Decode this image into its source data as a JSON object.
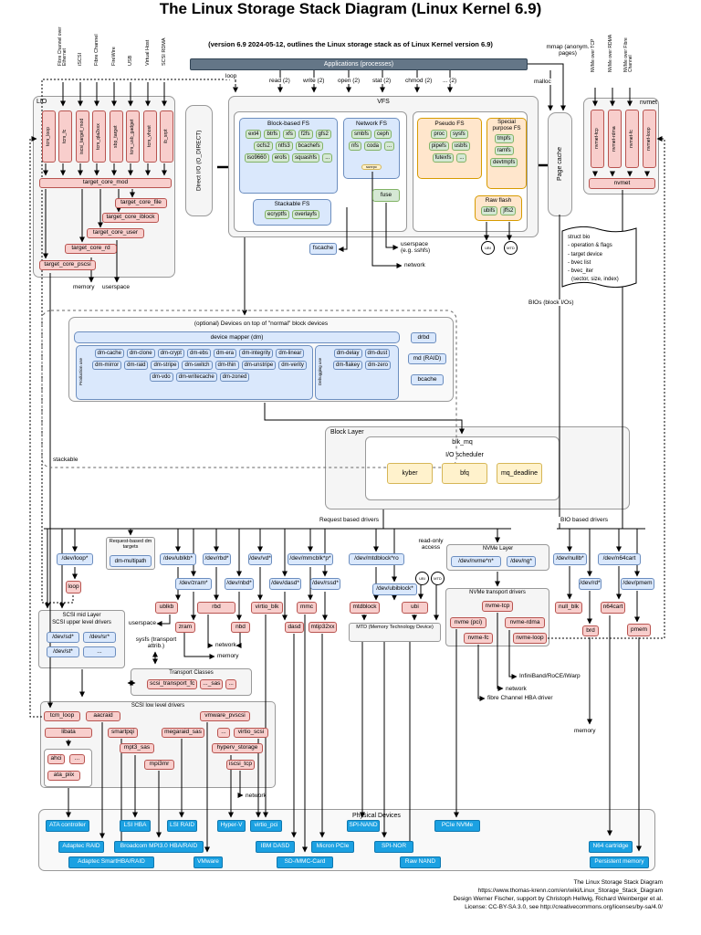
{
  "header": {
    "title": "The Linux Storage Stack Diagram (Linux Kernel 6.9)",
    "subtitle": "(version 6.9 2024-05-12, outlines the Linux storage stack as of Linux Kernel version 6.9)"
  },
  "top": {
    "applications": "Applications (processes)",
    "loop": "loop",
    "syscalls": [
      "read (2)",
      "write (2)",
      "open (2)",
      "stat (2)",
      "chmod (2)",
      "... (2)"
    ],
    "malloc": "malloc",
    "mmap": "mmap (anonym. pages)",
    "page_cache": "Page cache",
    "direct_io": "Direct I/O (O_DIRECT)"
  },
  "lio": {
    "label": "LIO",
    "transports": [
      "Fibre Channel over Ethernet",
      "iSCSI",
      "Fibre Channel",
      "FireWire",
      "USB",
      "Virtual Host",
      "SCSI RDMA"
    ],
    "frontends": [
      "tcm_loop",
      "tcm_fc",
      "iscsi_target_mod",
      "tcm_qla2xxx",
      "sbp_target",
      "tcm_usb_gadget",
      "tcm_vhost",
      "ib_srpt"
    ],
    "core": "target_core_mod",
    "backstores": [
      "target_core_file",
      "target_core_iblock",
      "target_core_user",
      "target_core_rd",
      "target_core_pscsi"
    ],
    "memory": "memory",
    "userspace": "userspace"
  },
  "vfs": {
    "label": "VFS",
    "block": {
      "title": "Block-based FS",
      "items": [
        "ext4",
        "btrfs",
        "xfs",
        "f2fs",
        "gfs2",
        "ocfs2",
        "ntfs3",
        "bcachefs",
        "iso9660",
        "erofs",
        "squashfs",
        "..."
      ]
    },
    "stackable": {
      "title": "Stackable FS",
      "items": [
        "ecryptfs",
        "overlayfs"
      ]
    },
    "network": {
      "title": "Network FS",
      "items": [
        "smbfs",
        "ceph",
        "nfs",
        "coda",
        "..."
      ],
      "nfs_sub": "sunrpc"
    },
    "fuse": "fuse",
    "pseudo": {
      "title": "Pseudo FS",
      "items": [
        "proc",
        "sysfs",
        "pipefs",
        "usbfs",
        "futexfs",
        "..."
      ]
    },
    "special": {
      "title": "Special purpose FS",
      "items": [
        "tmpfs",
        "ramfs",
        "devtmpfs"
      ]
    },
    "raw": {
      "title": "Raw flash",
      "items": [
        "ubifs",
        "jffs2"
      ]
    },
    "fscache": "fscache",
    "userspace_note": "userspace (e.g. sshfs)",
    "network_note": "network",
    "ubi_circle": "UBI",
    "mtd_circle": "MTD"
  },
  "nvmet": {
    "label": "nvmet",
    "transports": [
      "NVMe over TCP",
      "NVMe over RDMA",
      "NVMe over Fibre Channel"
    ],
    "frontends": [
      "nvmet-tcp",
      "nvmet-rdma",
      "nvmet-fc",
      "nvmet-loop"
    ],
    "core": "nvmet"
  },
  "bio": {
    "struct_title": "struct bio",
    "lines": [
      "- operation & flags",
      "- target device",
      "- bvec list",
      "- bvec_iter",
      "(sector, size, index)"
    ],
    "bios_label": "BIOs (block I/Os)",
    "stackable": "stackable"
  },
  "dm": {
    "caption": "(optional) Devices on top of \"normal\" block devices",
    "header": "device mapper (dm)",
    "production_label": "Production use",
    "production": [
      "dm-cache",
      "dm-clone",
      "dm-crypt",
      "dm-ebs",
      "dm-era",
      "dm-integrity",
      "dm-linear",
      "dm-mirror",
      "dm-raid",
      "dm-stripe",
      "dm-switch",
      "dm-thin",
      "dm-unstripe",
      "dm-verity",
      "dm-vdo",
      "dm-writecache",
      "dm-zoned"
    ],
    "debugging_label": "Debugging use",
    "debugging": [
      "dm-delay",
      "dm-dust",
      "dm-flakey",
      "dm-zero"
    ],
    "others": [
      "drbd",
      "md (RAID)",
      "bcache"
    ]
  },
  "block_layer": {
    "label": "Block Layer",
    "blk_mq": "blk_mq",
    "sched_title": "I/O scheduler",
    "schedulers": [
      "kyber",
      "bfq",
      "mq_deadline"
    ]
  },
  "drivers": {
    "request_label": "Request based drivers",
    "bio_label": "BIO based drivers",
    "read_only": "read-only access",
    "dm_targets_title": "Request-based dm targets",
    "dm_multipath": "dm-multipath",
    "devs": {
      "loop": "/dev/loop*",
      "ublkb": "/dev/ublkb*",
      "zram": "/dev/zram*",
      "rbd": "/dev/rbd*",
      "nbd": "/dev/nbd*",
      "vd": "/dev/vd*",
      "dasd": "/dev/dasd*",
      "mmcblk": "/dev/mmcblk*p*",
      "rssd": "/dev/rssd*",
      "mtdblock": "/dev/mtdblock*ro",
      "ubiblock": "/dev/ubiblock*",
      "nullb": "/dev/nullb*",
      "rd": "/dev/rd*",
      "n64cart": "/dev/n64cart",
      "pmem": "/dev/pmem"
    },
    "mods": {
      "loop": "loop",
      "ublkb": "ublkb",
      "zram": "zram",
      "rbd": "rbd",
      "nbd": "nbd",
      "virtio_blk": "virtio_blk",
      "dasd": "dasd",
      "mmc": "mmc",
      "mtip32xx": "mtip32xx",
      "mtdblock": "mtdblock",
      "ubi": "ubi",
      "null_blk": "null_blk",
      "brd": "brd",
      "n64cart": "n64cart",
      "pmem": "pmem"
    },
    "mtd_title": "MTD (Memory Technology Device)",
    "notes": {
      "userspace": "userspace",
      "sysfs": "sysfs (transport attrib.)",
      "network": "network",
      "memory": "memory",
      "memory_right": "memory"
    },
    "ubi_circle": "UBI",
    "mtd_circle": "MTD"
  },
  "nvme": {
    "layer_title": "NVMe Layer",
    "devs": [
      "/dev/nvme*n*",
      "/dev/ng*"
    ],
    "transport_title": "NVMe transport drivers",
    "transports": [
      "nvme-tcp",
      "nvme (pci)",
      "nvme-rdma",
      "nvme-fc",
      "nvme-loop"
    ],
    "notes": {
      "infiniband": "InfiniBand/RoCE/iWarp",
      "network": "network",
      "fc": "fibre Channel HBA driver"
    }
  },
  "scsi": {
    "mid_title1": "SCSI mid Layer",
    "mid_title2": "SCSI upper level drivers",
    "upper": [
      "/dev/sd*",
      "/dev/sr*",
      "/dev/st*",
      "..."
    ],
    "transport_title": "Transport Classes",
    "transport_classes": [
      "scsi_transport_fc",
      "..._sas",
      "..."
    ],
    "low_title": "SCSI low level drivers",
    "low": [
      "tcm_loop",
      "aacraid",
      "vmware_pvscsi",
      "libata",
      "smartpqi",
      "megaraid_sas",
      "...",
      "virtio_scsi",
      "mpt3_sas",
      "hyperv_storage",
      "mpi3mr",
      "iscsi_tcp"
    ],
    "ata": [
      "ahci",
      "...",
      "ata_piix"
    ],
    "network": "network"
  },
  "physical": {
    "label": "Physical Devices",
    "row1": [
      "ATA controller",
      "LSI HBA",
      "LSI RAID",
      "Hyper-V",
      "virtio_pci",
      "SPI-NAND",
      "PCIe NVMe"
    ],
    "row2": [
      "Adaptec RAID",
      "Broadcom MPI3.0 HBA/RAID",
      "IBM DASD",
      "Micron PCIe",
      "SPI-NOR",
      "N64 cartridge"
    ],
    "row3": [
      "Adaptec SmartHBA/RAID",
      "VMware",
      "SD-/MMC-Card",
      "Raw NAND",
      "Persistent memory"
    ]
  },
  "credits": [
    "The Linux Storage Stack Diagram",
    "https://www.thomas-krenn.com/en/wiki/Linux_Storage_Stack_Diagram",
    "Design Werner Fischer, support by Christoph Hellwig, Richard Weinberger et al.",
    "License: CC-BY-SA 3.0, see http://creativecommons.org/licenses/by-sa/4.0/"
  ]
}
